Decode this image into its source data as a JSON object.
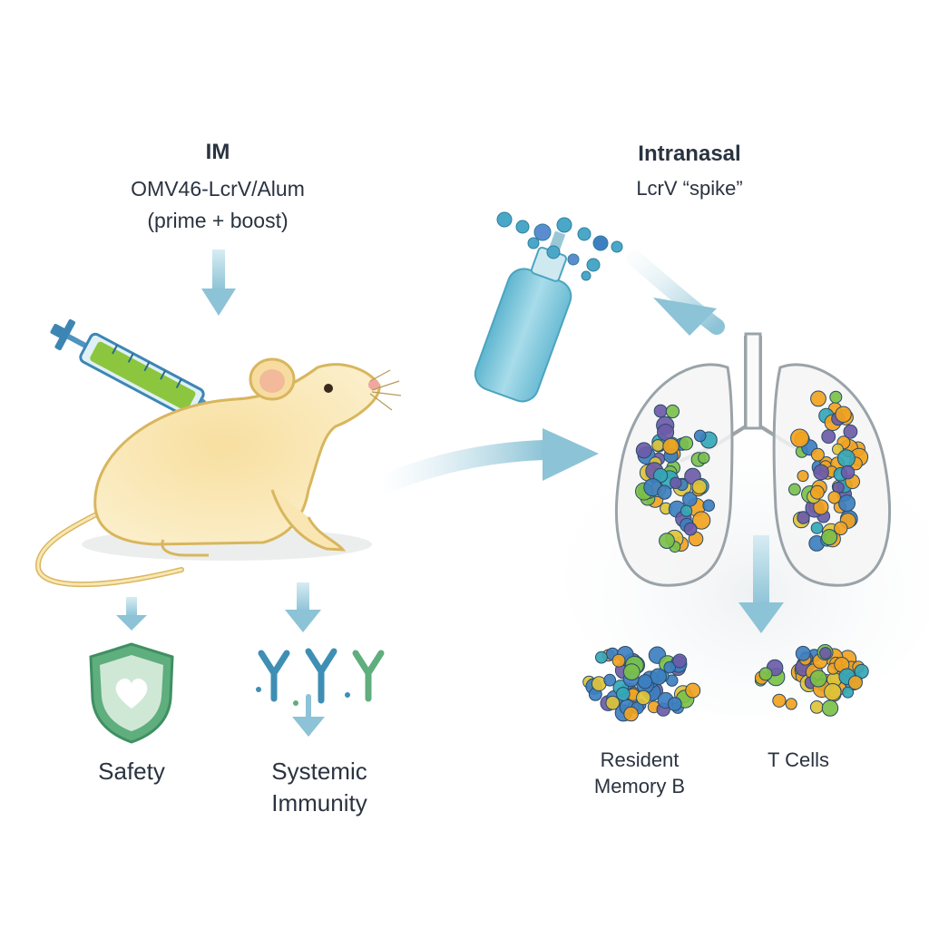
{
  "im": {
    "title": "IM",
    "line1": "OMV46-LcrV/Alum",
    "line2": "(prime + boost)"
  },
  "intranasal": {
    "title": "Intranasal",
    "line1": "LcrV “spike”"
  },
  "outcomes": {
    "safety": "Safety",
    "systemic_line1": "Systemic",
    "systemic_line2": "Immunity",
    "resident_line1": "Resident",
    "resident_line2": "Memory B",
    "tcells": "T Cells"
  },
  "colors": {
    "arrow": "#8cc3d6",
    "mouse_fill": "#f9e6b3",
    "mouse_stroke": "#d8b65e",
    "shield": "#5fae7d",
    "spray_bottle": "#7cc8de",
    "lung_outline": "#9aa3a8",
    "cell_palette": [
      "#3d7fc0",
      "#f1a31f",
      "#7cc04a",
      "#35a7b7",
      "#6d5ba8",
      "#e0c338"
    ]
  },
  "icons": [
    "syringe-icon",
    "mouse-icon",
    "spray-bottle-icon",
    "lungs-icon",
    "shield-heart-icon",
    "antibody-icon",
    "cell-cluster-icon"
  ]
}
